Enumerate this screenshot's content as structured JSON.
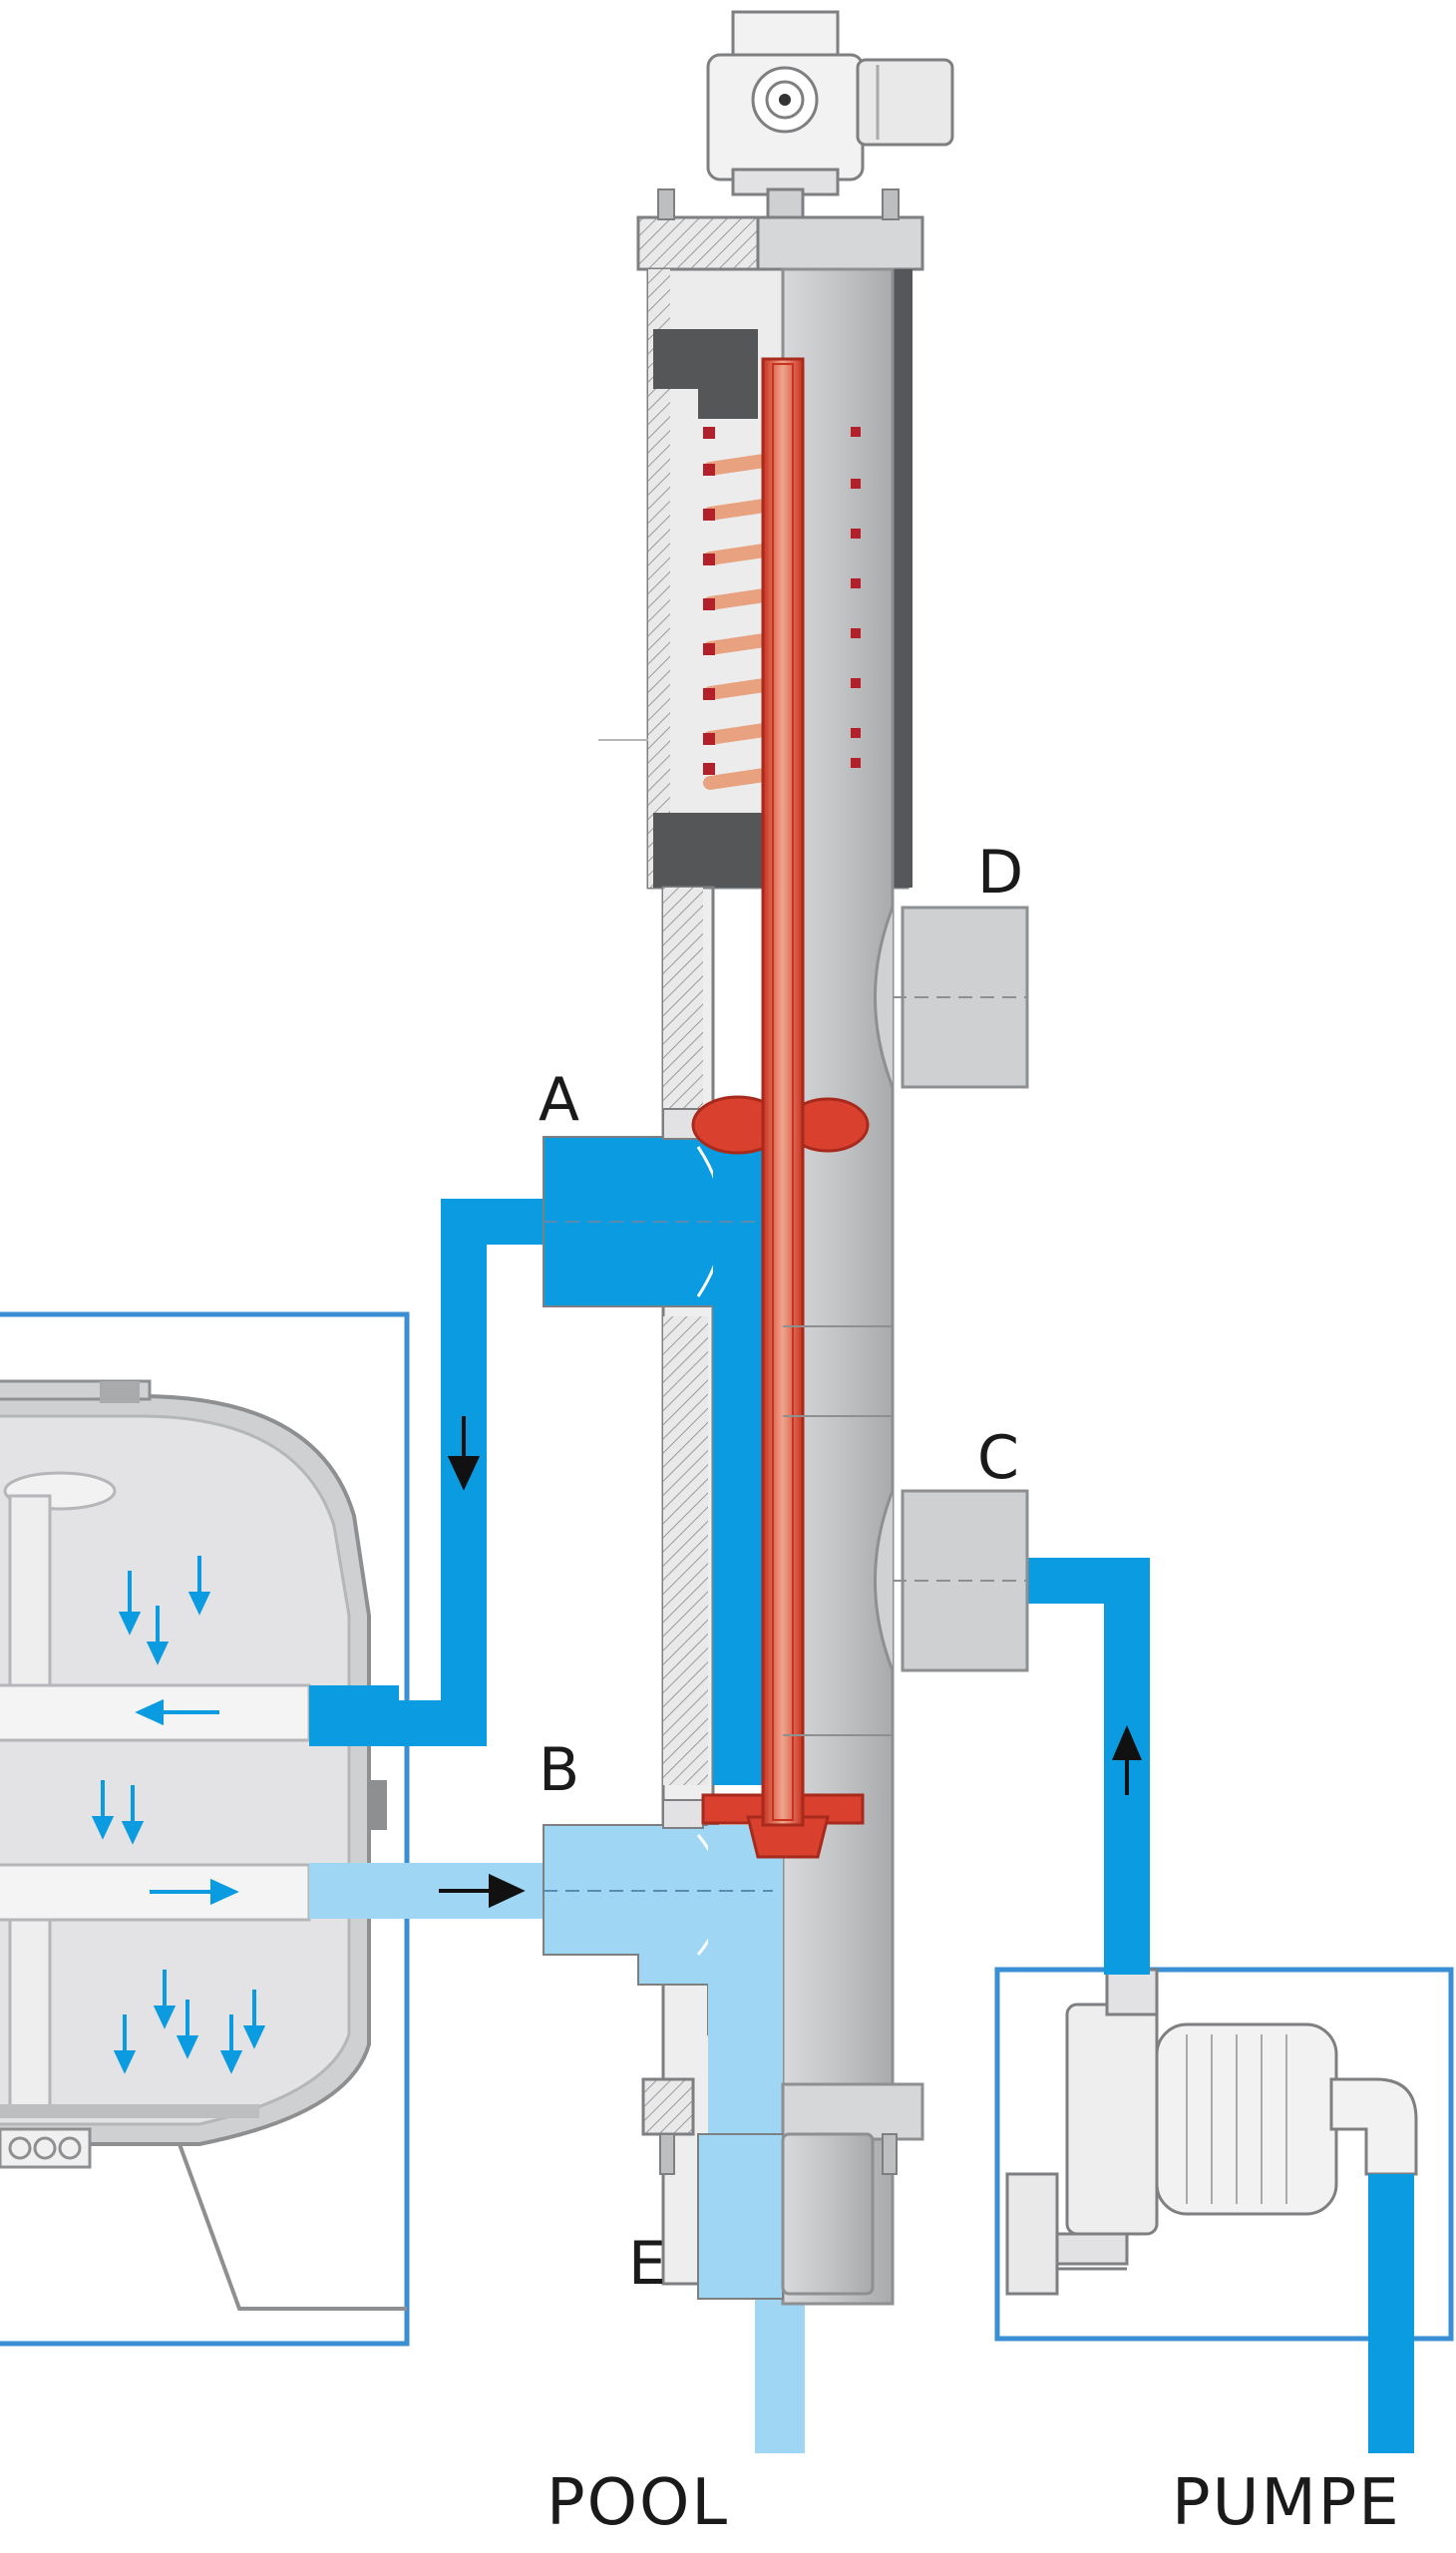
{
  "ports": {
    "a": "A",
    "b": "B",
    "c": "C",
    "d": "D",
    "e": "E"
  },
  "destinations": {
    "pool": "POOL",
    "pump": "PUMPE"
  },
  "colors": {
    "water_dark": "#0a9be0",
    "water_light": "#9fd6f3",
    "rod_red": "#d9402e",
    "rod_light": "#f0a58c",
    "housing_grey": "#c9cacc",
    "housing_dark": "#555658",
    "outline_blue": "#3a8fd4"
  },
  "icons": {
    "valve_actuator": "actuator-head-icon",
    "spring": "spring-icon",
    "filter_tank": "sand-filter-icon",
    "pump": "pump-motor-icon",
    "flow_arrow": "flow-arrow-icon"
  }
}
